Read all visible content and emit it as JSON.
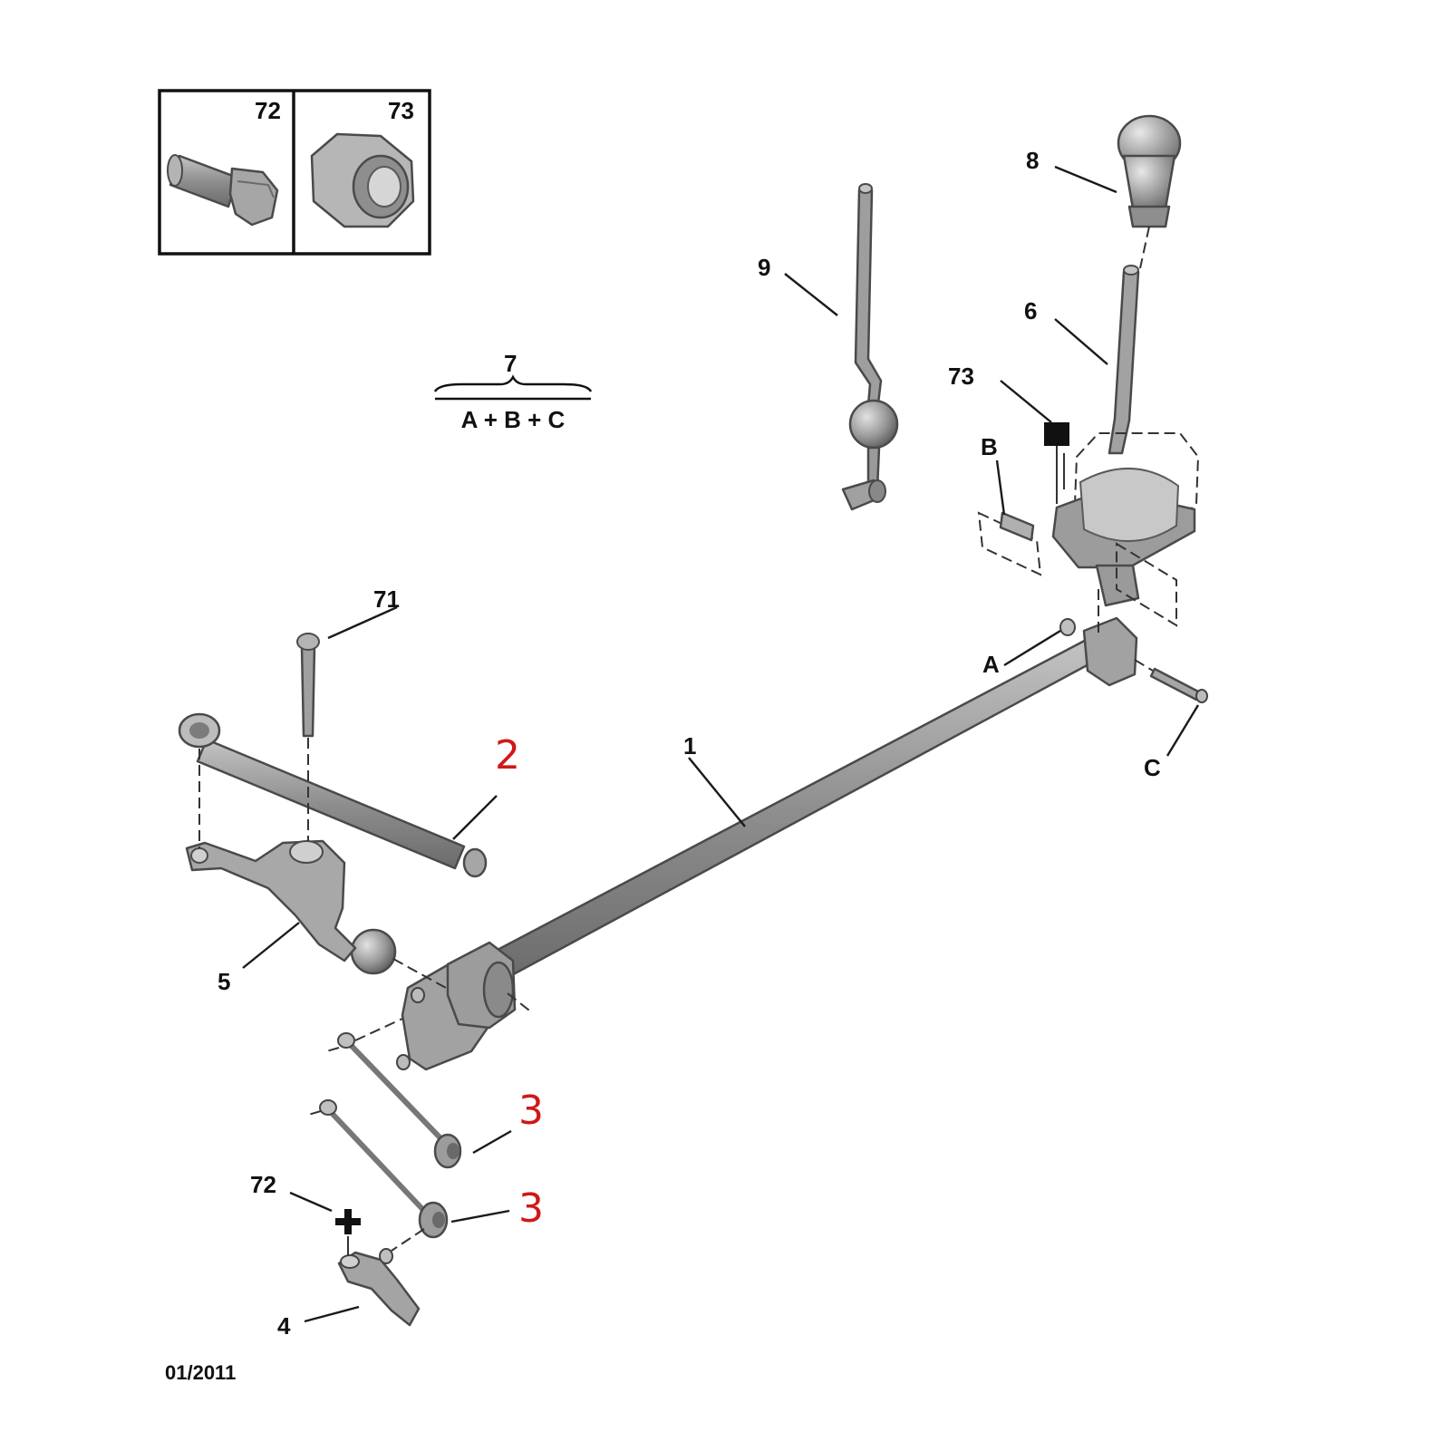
{
  "diagram": {
    "inset": {
      "bolt_label": "72",
      "nut_label": "73"
    },
    "kit_label": {
      "number": "7",
      "formula": "A + B + C"
    },
    "callouts": {
      "rod": "1",
      "link_2": "2",
      "link_3_upper": "3",
      "link_3_lower": "3",
      "lever_4": "4",
      "bracket_5": "5",
      "gear_lever_6": "6",
      "knob_8": "8",
      "lever_9": "9",
      "bolt_71": "71",
      "bolt_72": "72",
      "nut_73": "73",
      "part_a": "A",
      "part_b": "B",
      "part_c": "C"
    },
    "date_code": "01/2011",
    "colors": {
      "part_fill": "#9a9a9a",
      "part_dark": "#6e6e6e",
      "highlight": "#d01818",
      "ink": "#111111"
    }
  }
}
